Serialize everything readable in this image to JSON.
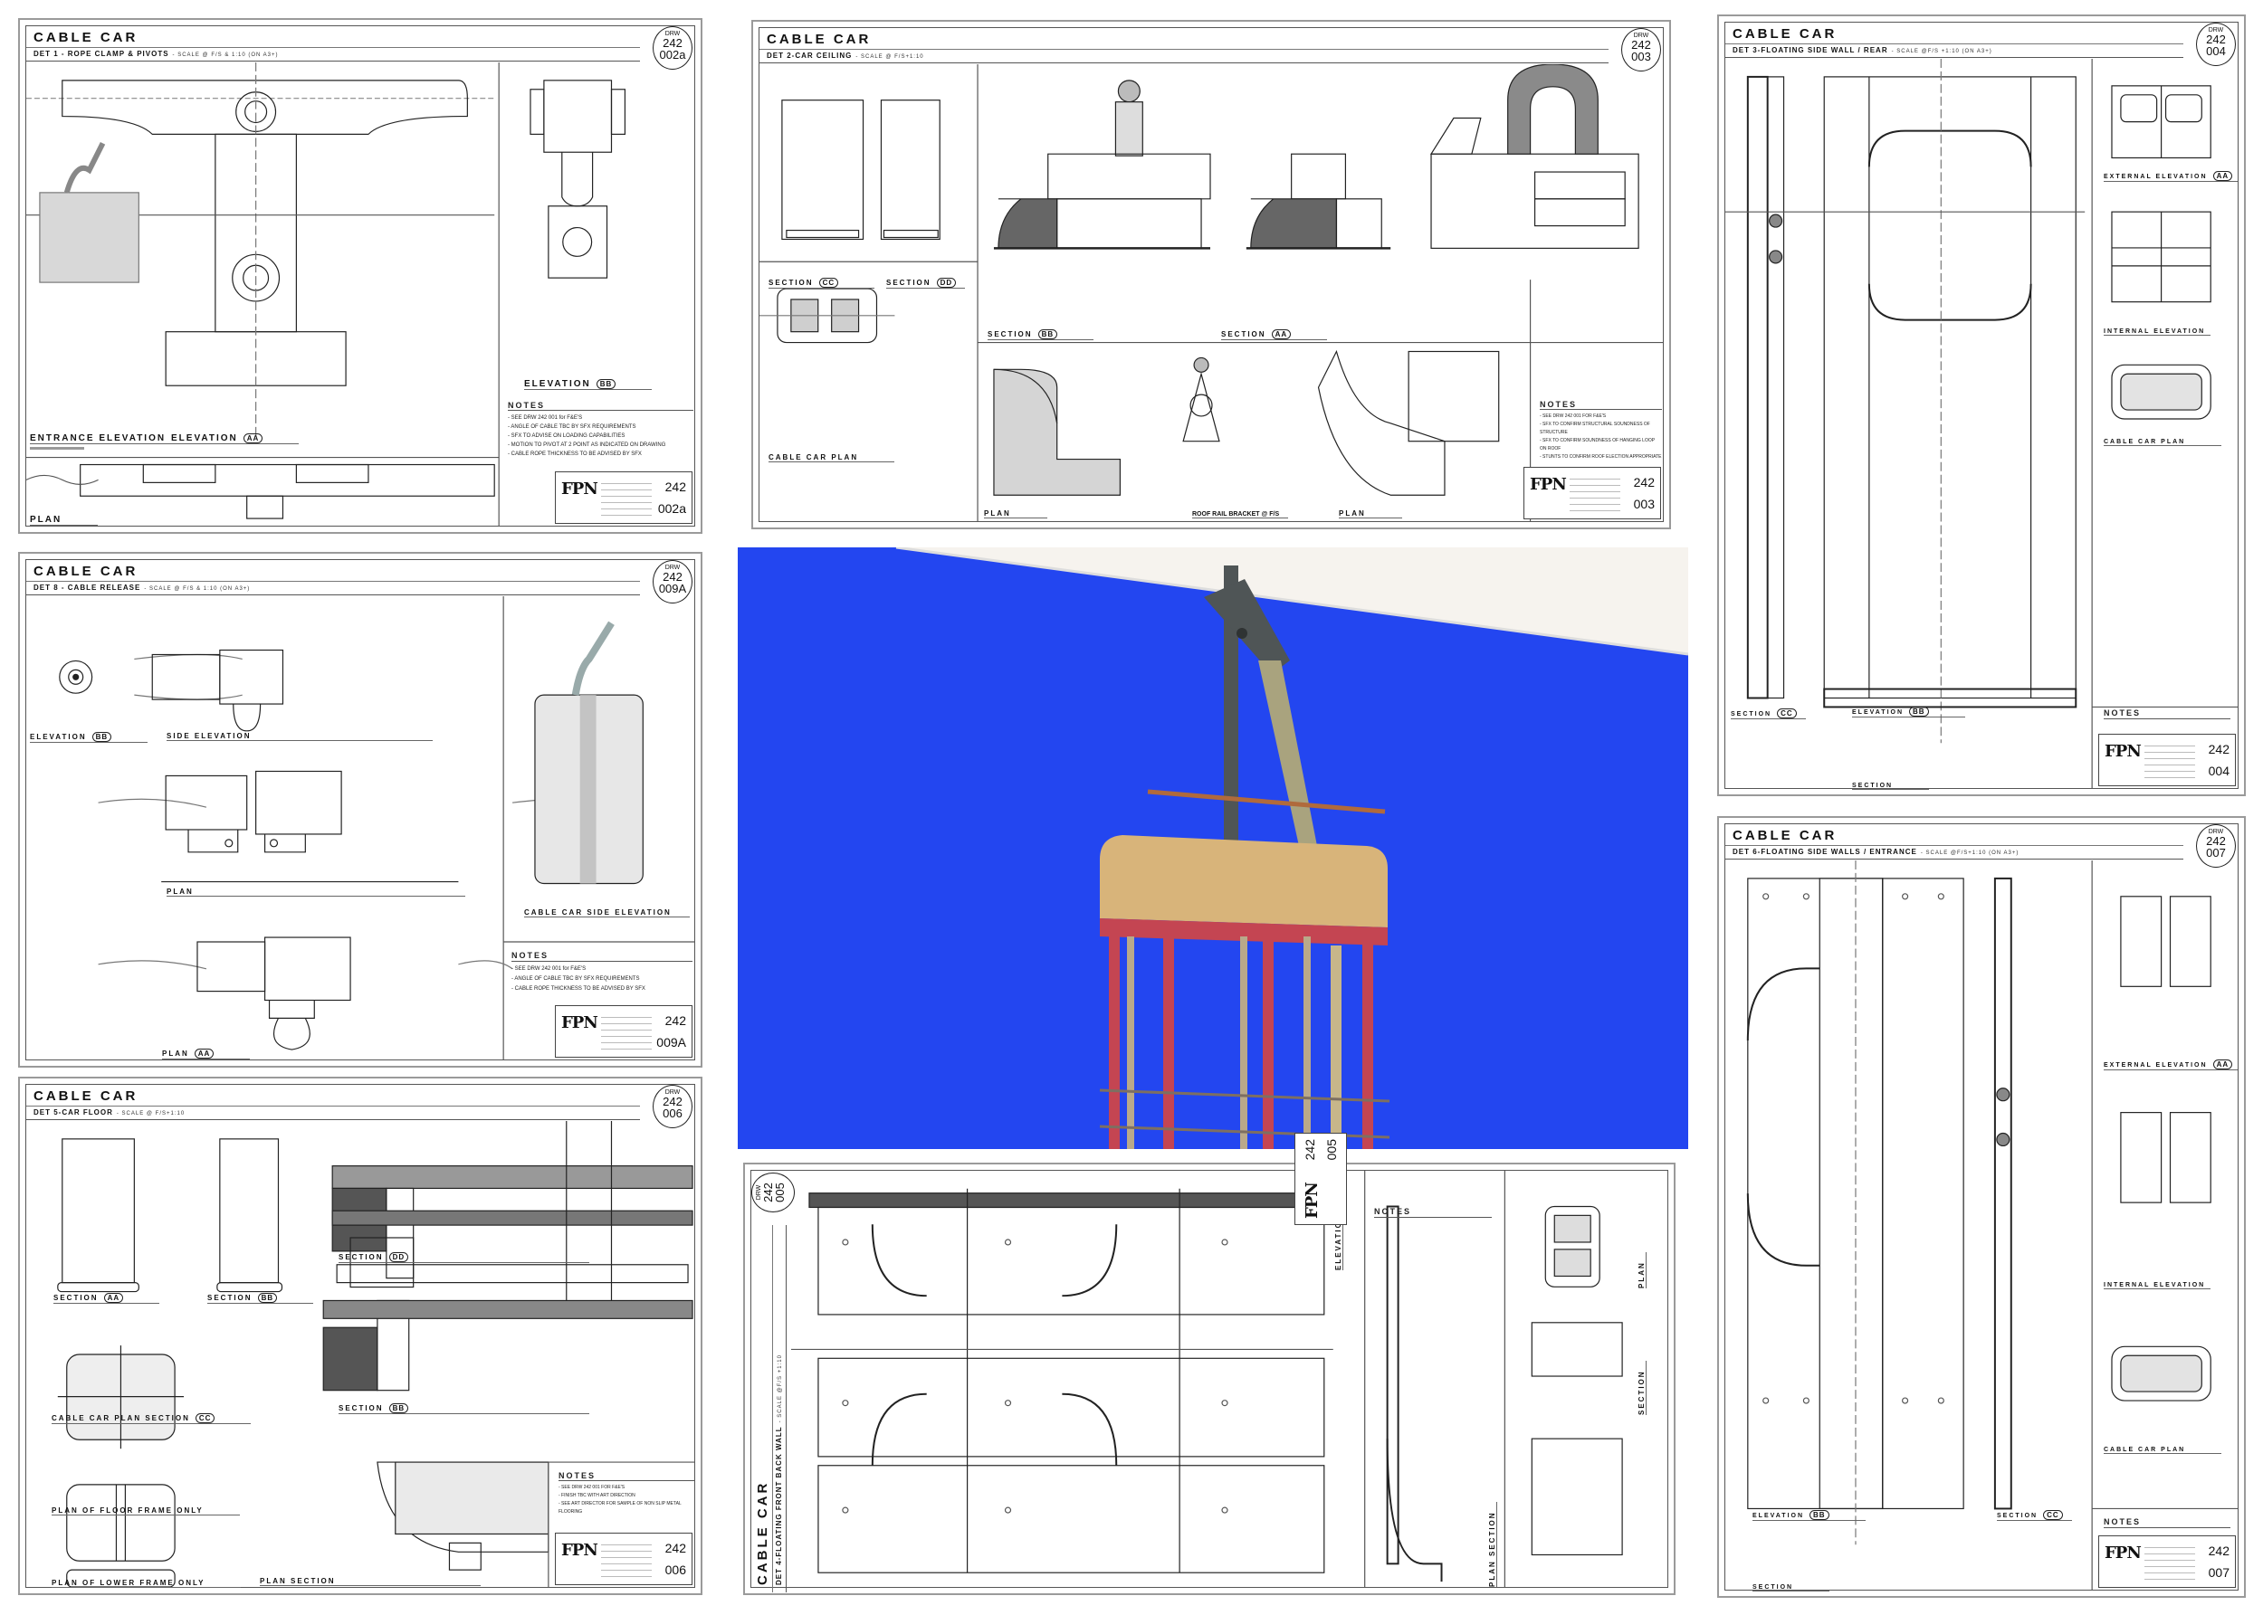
{
  "sheets": [
    {
      "project": "CABLE CAR",
      "detail": "DET 1 - ROPE CLAMP & PIVOTS",
      "scale": "- SCALE @ F/S & 1:10 (ON A3+)",
      "drw": {
        "label": "DRW",
        "project": "242",
        "number": "002a"
      },
      "views": [
        {
          "label": "ENTRANCE ELEVATION",
          "marker": ""
        },
        {
          "label": "ELEVATION",
          "marker": "AA"
        },
        {
          "label": "ELEVATION",
          "marker": "BB"
        },
        {
          "label": "PLAN",
          "marker": ""
        }
      ],
      "notes_title": "NOTES",
      "notes": [
        "- SEE DRW 242 001 for F&E'S",
        "- ANGLE OF CABLE TBC BY SFX REQUIREMENTS",
        "- SFX TO ADVISE ON LOADING CAPABILITIES",
        "- MOTION TO PIVOT AT 2 POINT AS INDICATED ON DRAWING",
        "- CABLE ROPE THICKNESS TO BE ADVISED BY SFX"
      ],
      "titleblock": {
        "project": "242",
        "number": "002a"
      }
    },
    {
      "project": "CABLE CAR",
      "detail": "DET 2-CAR CEILING",
      "scale": "- SCALE @ F/S+1:10",
      "drw": {
        "label": "DRW",
        "project": "242",
        "number": "003"
      },
      "views": [
        {
          "label": "SECTION",
          "marker": "CC"
        },
        {
          "label": "SECTION",
          "marker": "DD"
        },
        {
          "label": "CABLE CAR PLAN",
          "marker": ""
        },
        {
          "label": "SECTION",
          "marker": "BB"
        },
        {
          "label": "SECTION",
          "marker": "AA"
        },
        {
          "label": "PLAN",
          "marker": ""
        },
        {
          "label": "ROOF RAIL BRACKET @ F/S",
          "marker": ""
        },
        {
          "label": "PLAN",
          "marker": ""
        }
      ],
      "notes_title": "NOTES",
      "notes": [
        "- SEE DRW 242 001 FOR F&E'S",
        "- SFX TO CONFIRM STRUCTURAL SOUNDNESS OF STRUCTURE",
        "- SFX TO CONFIRM SOUNDNESS OF HANGING LOOP ON ROOF",
        "- STUNTS TO CONFIRM ROOF ELECTION APPROPRIATE"
      ],
      "titleblock": {
        "project": "242",
        "number": "003"
      }
    },
    {
      "project": "CABLE CAR",
      "detail": "DET 3-FLOATING SIDE WALL / REAR",
      "scale": "- SCALE @F/S +1:10 (ON A3+)",
      "drw": {
        "label": "DRW",
        "project": "242",
        "number": "004"
      },
      "views": [
        {
          "label": "EXTERNAL ELEVATION",
          "marker": "AA"
        },
        {
          "label": "INTERNAL ELEVATION",
          "marker": ""
        },
        {
          "label": "CABLE CAR PLAN",
          "marker": ""
        },
        {
          "label": "SECTION",
          "marker": "CC"
        },
        {
          "label": "ELEVATION",
          "marker": "BB"
        },
        {
          "label": "SECTION",
          "marker": ""
        }
      ],
      "notes_title": "NOTES",
      "notes": [],
      "titleblock": {
        "project": "242",
        "number": "004"
      }
    },
    {
      "project": "CABLE CAR",
      "detail": "DET 8 - CABLE RELEASE",
      "scale": "- SCALE @ F/S & 1:10 (ON A3+)",
      "drw": {
        "label": "DRW",
        "project": "242",
        "number": "009A"
      },
      "views": [
        {
          "label": "ELEVATION",
          "marker": "BB"
        },
        {
          "label": "SIDE ELEVATION",
          "marker": ""
        },
        {
          "label": "PLAN",
          "marker": ""
        },
        {
          "label": "PLAN",
          "marker": "AA"
        },
        {
          "label": "CABLE CAR SIDE ELEVATION",
          "marker": ""
        }
      ],
      "notes_title": "NOTES",
      "notes": [
        "- SEE DRW 242 001 for F&E'S",
        "- ANGLE OF CABLE TBC BY SFX REQUIREMENTS",
        "- CABLE ROPE THICKNESS TO BE ADVISED BY SFX"
      ],
      "titleblock": {
        "project": "242",
        "number": "009A"
      }
    },
    {
      "project": "CABLE CAR",
      "detail": "DET 5-CAR FLOOR",
      "scale": "- SCALE @ F/S+1:10",
      "drw": {
        "label": "DRW",
        "project": "242",
        "number": "006"
      },
      "views": [
        {
          "label": "SECTION",
          "marker": "AA"
        },
        {
          "label": "SECTION",
          "marker": "BB"
        },
        {
          "label": "SECTION",
          "marker": "DD"
        },
        {
          "label": "CABLE CAR PLAN SECTION",
          "marker": "CC"
        },
        {
          "label": "SECTION",
          "marker": "BB"
        },
        {
          "label": "PLAN OF FLOOR FRAME ONLY",
          "marker": ""
        },
        {
          "label": "PLAN OF LOWER FRAME ONLY",
          "marker": ""
        },
        {
          "label": "PLAN SECTION",
          "marker": ""
        }
      ],
      "notes_title": "NOTES",
      "notes": [
        "- SEE DRW 242 001 FOR F&E'S",
        "- FINISH TBC WITH ART DIRECTION",
        "- SEE ART DIRECTOR FOR SAMPLE OF NON SLIP METAL FLOORING"
      ],
      "titleblock": {
        "project": "242",
        "number": "006"
      }
    },
    {
      "project": "CABLE CAR",
      "detail": "DET 4-FLOATING FRONT BACK WALL",
      "scale": "- SCALE @F/S +1:10",
      "drw": {
        "label": "DRW",
        "project": "242",
        "number": "005"
      },
      "views": [
        {
          "label": "ELEVATION",
          "marker": ""
        },
        {
          "label": "PLAN",
          "marker": ""
        },
        {
          "label": "SECTION",
          "marker": ""
        },
        {
          "label": "PLAN SECTION",
          "marker": ""
        }
      ],
      "notes_title": "NOTES",
      "notes": [],
      "titleblock": {
        "project": "242",
        "number": "005"
      }
    },
    {
      "project": "CABLE CAR",
      "detail": "DET 6-FLOATING SIDE WALLS / ENTRANCE",
      "scale": "- SCALE @F/S+1:10 (ON A3+)",
      "drw": {
        "label": "DRW",
        "project": "242",
        "number": "007"
      },
      "views": [
        {
          "label": "EXTERNAL ELEVATION",
          "marker": "AA"
        },
        {
          "label": "INTERNAL ELEVATION",
          "marker": ""
        },
        {
          "label": "CABLE CAR PLAN",
          "marker": ""
        },
        {
          "label": "ELEVATION",
          "marker": "BB"
        },
        {
          "label": "SECTION",
          "marker": "CC"
        },
        {
          "label": "SECTION",
          "marker": ""
        }
      ],
      "notes_title": "NOTES",
      "notes": [],
      "titleblock": {
        "project": "242",
        "number": "007"
      }
    }
  ],
  "photo": {
    "subject": "cable-car-photo",
    "colors": {
      "backdrop": "#2346f0",
      "body_red": "#c9434f",
      "band_tan": "#d6b16f",
      "hanger": "#4f5556"
    }
  },
  "logo_text": "FPN"
}
